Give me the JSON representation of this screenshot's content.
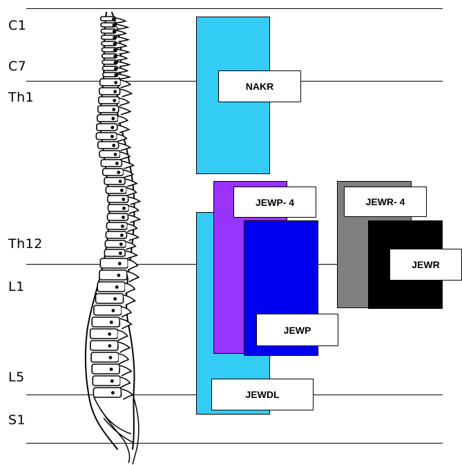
{
  "levels": {
    "c1": "C1",
    "c7": "C7",
    "th1": "Th1",
    "th12": "Th12",
    "l1": "L1",
    "l5": "L5",
    "s1": "S1"
  },
  "boxes": {
    "nakr": "NAKR",
    "jewp4": "JEWP- 4",
    "jewr4": "JEWR- 4",
    "jewr": "JEWR",
    "jewp": "JEWP",
    "jewdl": "JEWDL"
  },
  "colors": {
    "nakr": "#33ccf5",
    "jewdl": "#33ccf5",
    "jewp4": "#9933ff",
    "jewp": "#0000f0",
    "jewr4": "#7f7f7f",
    "jewr": "#000000"
  },
  "icons": {
    "spine": "spine-illustration"
  }
}
